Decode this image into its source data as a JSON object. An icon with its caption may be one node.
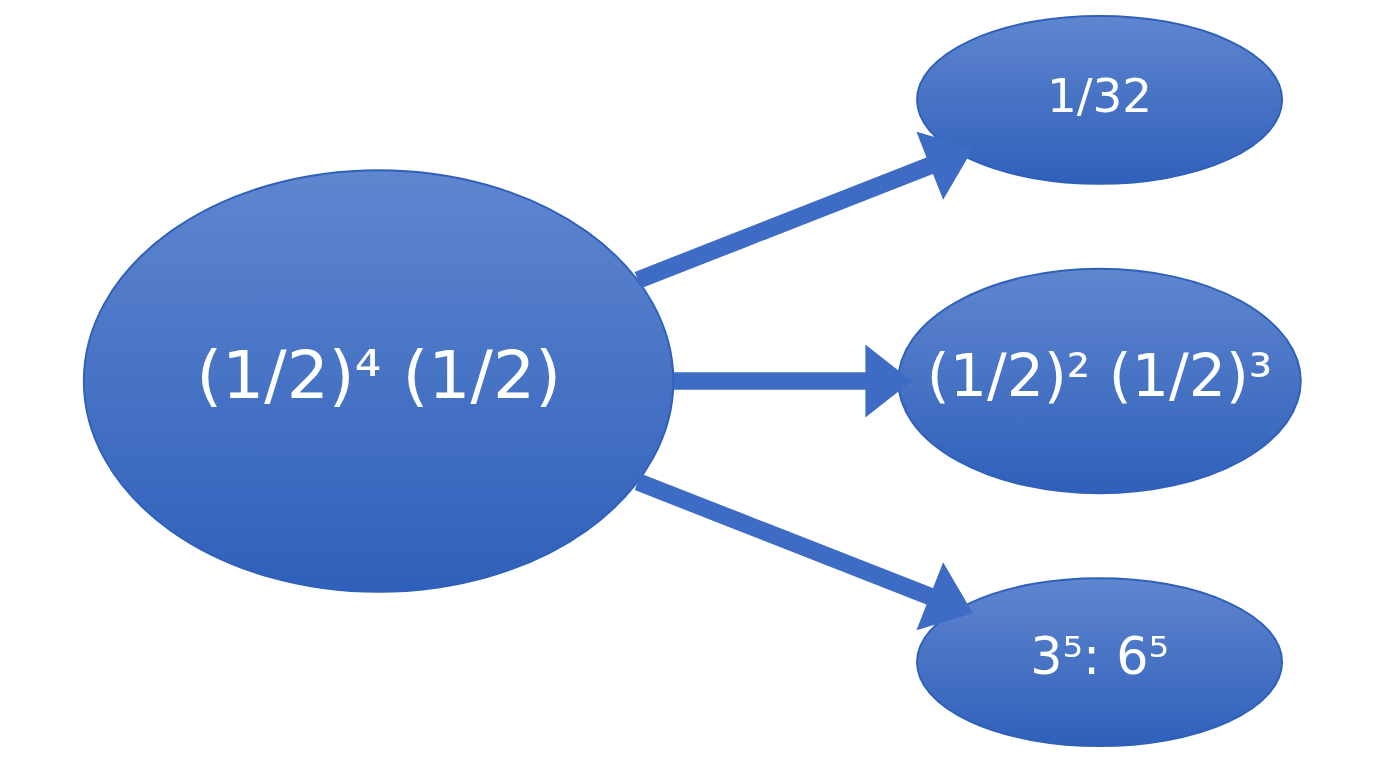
{
  "diagram": {
    "nodes": [
      {
        "text": [
          "(1/2)⁴ (1/2)"
        ]
      },
      {
        "text": [
          "1/32"
        ]
      },
      {
        "text": [
          "(1/2)² (1/2)³"
        ]
      },
      {
        "text": [
          "3⁵: 6⁵"
        ]
      }
    ],
    "edges": [
      {
        "from": 0,
        "to": 1,
        "arrow": "to"
      },
      {
        "from": 0,
        "to": 2,
        "arrow": "to"
      },
      {
        "from": 0,
        "to": 3,
        "arrow": "to"
      }
    ]
  }
}
